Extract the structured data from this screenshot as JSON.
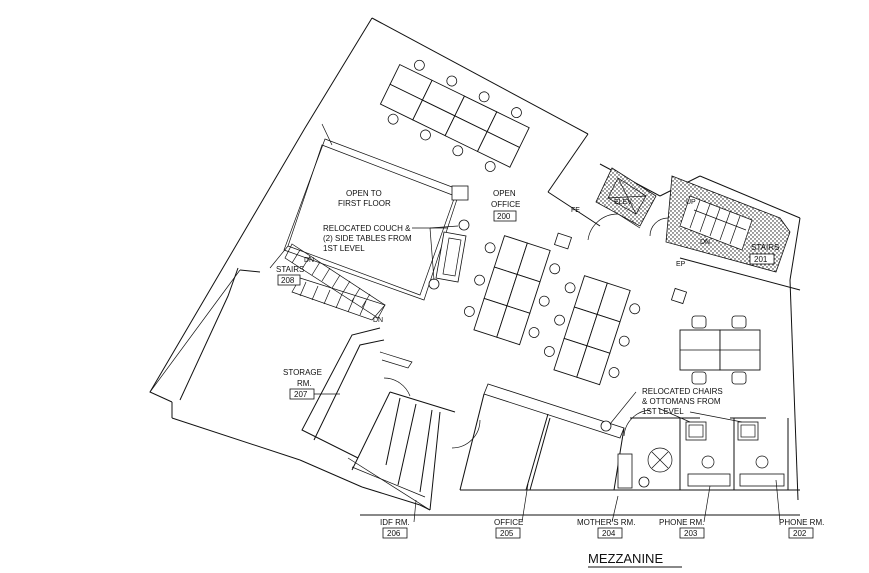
{
  "title": "MEZZANINE",
  "rooms": [
    {
      "name": "OPEN\nOFFICE",
      "number": "200"
    },
    {
      "name": "STAIRS",
      "number": "201"
    },
    {
      "name": "PHONE RM.",
      "number": "202"
    },
    {
      "name": "PHONE RM.",
      "number": "203"
    },
    {
      "name": "MOTHER'S RM.",
      "number": "204"
    },
    {
      "name": "OFFICE",
      "number": "205"
    },
    {
      "name": "IDF RM.",
      "number": "206"
    },
    {
      "name": "STORAGE\nRM.",
      "number": "207"
    },
    {
      "name": "STAIRS",
      "number": "208"
    }
  ],
  "notes": {
    "open_to_first_floor": "OPEN TO\nFIRST FLOOR",
    "couch": "RELOCATED COUCH &\n(2) SIDE TABLES FROM\n1ST LEVEL",
    "chairs": "RELOCATED CHAIRS\n& OTTOMANS FROM\n1ST LEVEL"
  },
  "tags": {
    "dn_upper": "DN",
    "dn_lower": "DN",
    "fe": "FE",
    "ep": "EP",
    "elev": "ELEV.",
    "up": "UP",
    "dn_right": "DN"
  }
}
